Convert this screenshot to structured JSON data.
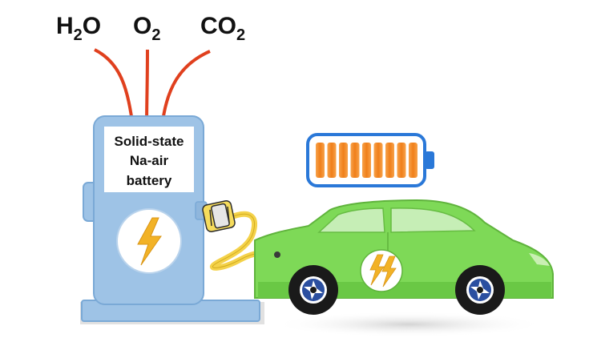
{
  "inputs": [
    {
      "main": "H",
      "sub": "2",
      "tail": "O"
    },
    {
      "main": "O",
      "sub": "2",
      "tail": ""
    },
    {
      "main": "CO",
      "sub": "2",
      "tail": ""
    }
  ],
  "station": {
    "lines": [
      "Solid-state",
      "Na-air",
      "battery"
    ]
  },
  "battery_indicator": {
    "level": 1.0,
    "segments": 9
  },
  "colors": {
    "arrow": "#e0401e",
    "station_body": "#9ec3e6",
    "station_outline": "#7aa9d6",
    "car_body": "#7ed957",
    "car_dark": "#5fb33c",
    "battery_outline": "#2a78d8",
    "battery_cell": "#f58a2a",
    "bolt": "#f2b226",
    "cable": "#f4d24a",
    "tire": "#1a1a1a"
  },
  "icons": [
    "lightning-bolt-icon",
    "double-lightning-bolt-icon",
    "battery-icon",
    "charging-plug-icon",
    "wheel-icon"
  ]
}
